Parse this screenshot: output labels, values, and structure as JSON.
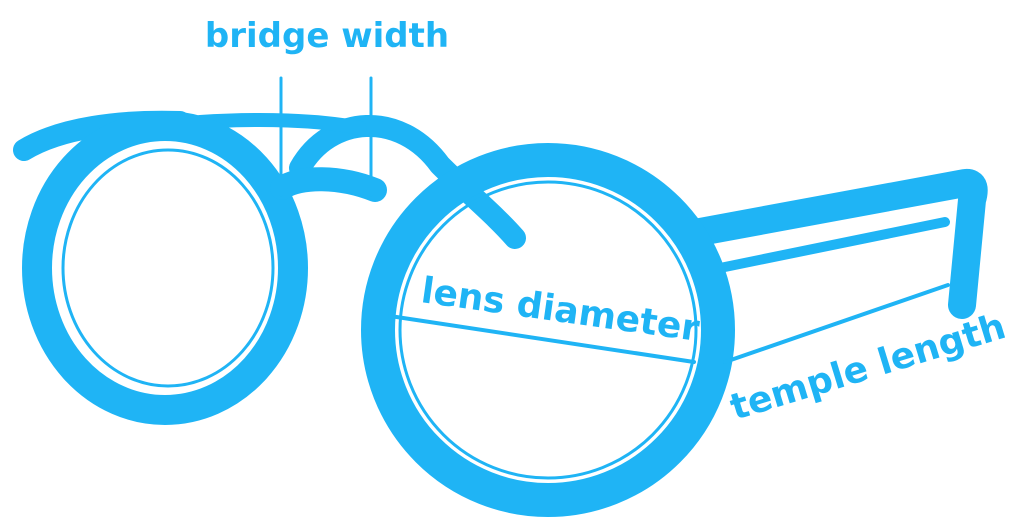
{
  "colors": {
    "frame": "#1fb4f5",
    "background": "#ffffff"
  },
  "labels": {
    "bridge_width": "bridge width",
    "lens_diameter": "lens diameter",
    "temple_length": "temple length"
  }
}
